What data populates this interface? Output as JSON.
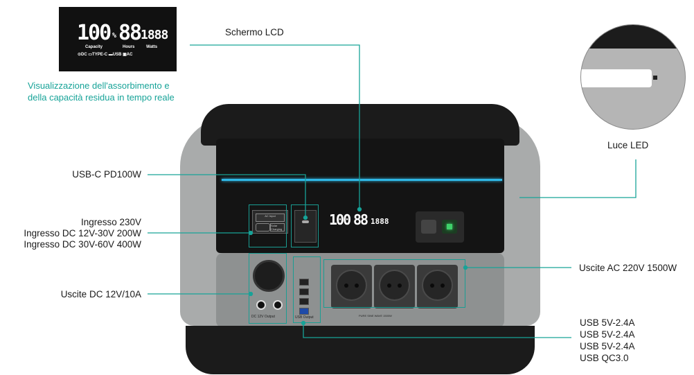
{
  "lcd_inset": {
    "capacity_value": "100",
    "capacity_unit": "%",
    "hours_value": "88",
    "watts_value": "1888",
    "label_capacity": "Capacity",
    "label_hours": "Hours",
    "label_watts": "Watts",
    "indicator_dc": "DC",
    "indicator_typec": "TYPE-C",
    "indicator_usb": "USB",
    "indicator_ac": "AC"
  },
  "captions": {
    "lcd_description": "Visualizzazione dell'assorbimento e",
    "lcd_description_line2": "della capacità residua in tempo reale",
    "screen_lcd": "Schermo LCD",
    "led_light": "Luce LED",
    "usb_c": "USB-C PD100W",
    "input_230": "Ingresso 230V",
    "input_dc_12_30": "Ingresso DC 12V-30V 200W",
    "input_dc_30_60": "Ingresso DC 30V-60V 400W",
    "dc_outputs": "Uscite DC 12V/10A",
    "ac_outputs": "Uscite AC 220V 1500W",
    "usb_1": "USB 5V-2.4A",
    "usb_2": "USB 5V-2.4A",
    "usb_3": "USB 5V-2.4A",
    "usb_qc": "USB QC3.0"
  },
  "device_labels": {
    "dc_output": "DC 12V Output",
    "usb_output": "USB Output",
    "ac_strip": "PURE SINE WAVE 1500W",
    "input_ac": "AC Input",
    "input_dc": "Solar Charging"
  },
  "colors": {
    "teal": "#1a9d93",
    "led_blue": "#2fb7e6",
    "display_green": "#3fd16a"
  }
}
